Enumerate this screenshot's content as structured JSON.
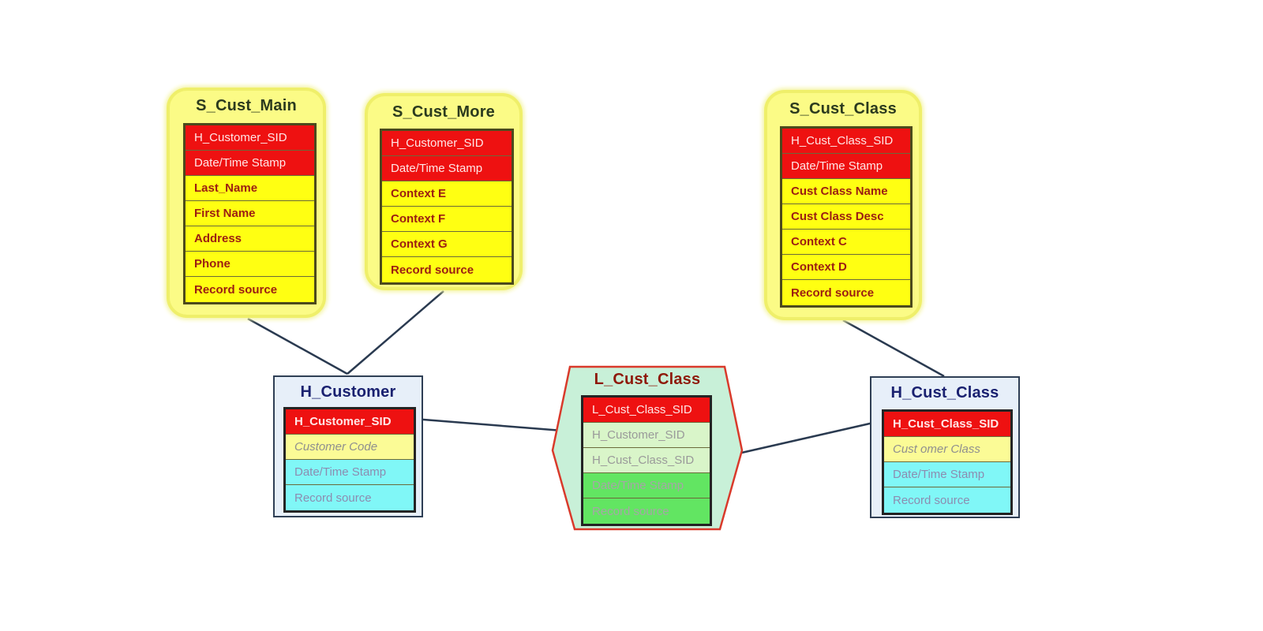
{
  "diagram": {
    "satellites": [
      {
        "id": "s_cust_main",
        "title": "S_Cust_Main",
        "rows": [
          {
            "label": "H_Customer_SID",
            "kind": "key"
          },
          {
            "label": "Date/Time Stamp",
            "kind": "key"
          },
          {
            "label": "Last_Name",
            "kind": "attr"
          },
          {
            "label": "First Name",
            "kind": "attr"
          },
          {
            "label": "Address",
            "kind": "attr"
          },
          {
            "label": "Phone",
            "kind": "attr"
          },
          {
            "label": "Record source",
            "kind": "attr"
          }
        ]
      },
      {
        "id": "s_cust_more",
        "title": "S_Cust_More",
        "rows": [
          {
            "label": "H_Customer_SID",
            "kind": "key"
          },
          {
            "label": "Date/Time Stamp",
            "kind": "key"
          },
          {
            "label": "Context E",
            "kind": "attr"
          },
          {
            "label": "Context F",
            "kind": "attr"
          },
          {
            "label": "Context G",
            "kind": "attr"
          },
          {
            "label": "Record source",
            "kind": "attr"
          }
        ]
      },
      {
        "id": "s_cust_class",
        "title": "S_Cust_Class",
        "rows": [
          {
            "label": "H_Cust_Class_SID",
            "kind": "key"
          },
          {
            "label": "Date/Time Stamp",
            "kind": "key"
          },
          {
            "label": "Cust Class Name",
            "kind": "attr"
          },
          {
            "label": "Cust Class Desc",
            "kind": "attr"
          },
          {
            "label": "Context C",
            "kind": "attr"
          },
          {
            "label": "Context D",
            "kind": "attr"
          },
          {
            "label": "Record source",
            "kind": "attr"
          }
        ]
      }
    ],
    "hubs": [
      {
        "id": "h_customer",
        "title": "H_Customer",
        "rows": [
          {
            "label": "H_Customer_SID",
            "kind": "key"
          },
          {
            "label": "Customer Code",
            "kind": "business-key"
          },
          {
            "label": "Date/Time Stamp",
            "kind": "meta"
          },
          {
            "label": "Record source",
            "kind": "meta"
          }
        ]
      },
      {
        "id": "h_cust_class",
        "title": "H_Cust_Class",
        "rows": [
          {
            "label": "H_Cust_Class_SID",
            "kind": "key"
          },
          {
            "label": "Cust omer Class",
            "kind": "business-key"
          },
          {
            "label": "Date/Time Stamp",
            "kind": "meta"
          },
          {
            "label": "Record source",
            "kind": "meta"
          }
        ]
      }
    ],
    "link": {
      "id": "l_cust_class",
      "title": "L_Cust_Class",
      "rows": [
        {
          "label": "L_Cust_Class_SID",
          "kind": "key"
        },
        {
          "label": "H_Customer_SID",
          "kind": "fk"
        },
        {
          "label": "H_Cust_Class_SID",
          "kind": "fk"
        },
        {
          "label": "Date/Time Stamp",
          "kind": "meta"
        },
        {
          "label": "Record source",
          "kind": "meta"
        }
      ]
    },
    "connections": [
      {
        "from": "S_Cust_Main",
        "to": "H_Customer"
      },
      {
        "from": "S_Cust_More",
        "to": "H_Customer"
      },
      {
        "from": "S_Cust_Class",
        "to": "H_Cust_Class"
      },
      {
        "from": "H_Customer.H_Customer_SID",
        "to": "L_Cust_Class.H_Customer_SID"
      },
      {
        "from": "H_Cust_Class.H_Cust_Class_SID",
        "to": "L_Cust_Class.H_Cust_Class_SID"
      }
    ],
    "colors": {
      "key_red": "#ee1111",
      "attr_yellow": "#ffff12",
      "satellite_fill": "#fbfb86",
      "hub_fill": "#e7eff9",
      "link_fill": "#c8f0d8",
      "link_border": "#d93a2b",
      "meta_cyan": "#80f7f7",
      "meta_green": "#62e562",
      "connector": "#2a3a50"
    }
  }
}
